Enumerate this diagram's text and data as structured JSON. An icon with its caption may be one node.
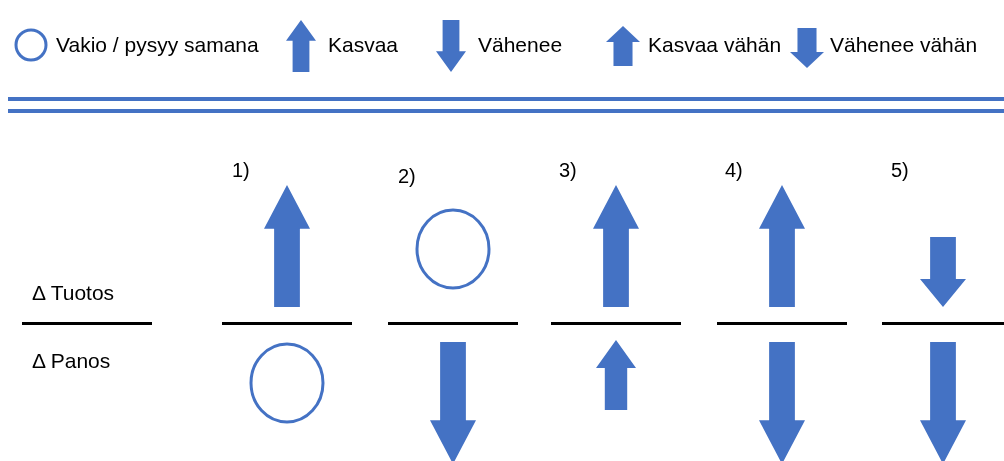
{
  "diagram": {
    "labels": [
      "1)",
      "2)",
      "3)",
      "4)",
      "5)",
      "Δ Tuotos",
      "Δ Panos"
    ],
    "legend": [
      {
        "text": "Vakio / pysyy samana"
      },
      {
        "text": "Kasvaa"
      },
      {
        "text": "Vähenee"
      },
      {
        "text": "Kasvaa vähän"
      },
      {
        "text": "Vähenee vähän"
      }
    ]
  }
}
